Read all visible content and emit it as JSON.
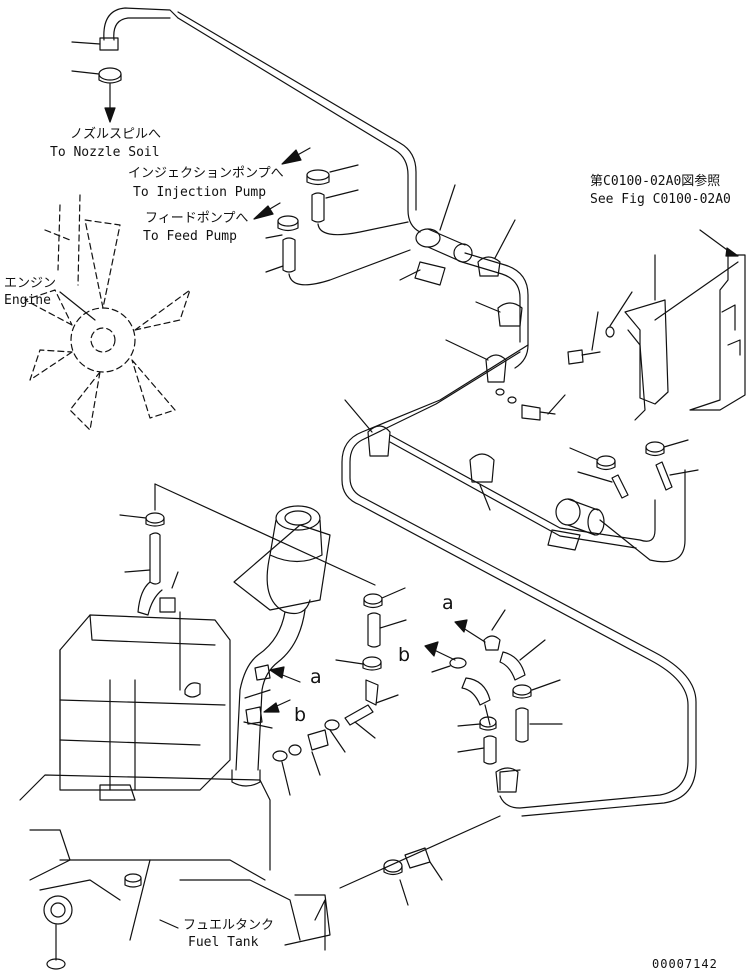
{
  "labels": {
    "nozzle_jp": "ノズルスピルへ",
    "nozzle_en": "To Nozzle Soil",
    "injection_jp": "インジェクションポンプへ",
    "injection_en": "To Injection Pump",
    "feed_jp": "フィードポンプへ",
    "feed_en": "To Feed Pump",
    "engine_jp": "エンジン",
    "engine_en": "Engine",
    "seefig_jp": "第C0100-02A0図参照",
    "seefig_en": "See Fig C0100-02A0",
    "fueltank_jp": "フュエルタンク",
    "fueltank_en": "Fuel Tank",
    "marker_a1": "a",
    "marker_a2": "a",
    "marker_b1": "b",
    "marker_b2": "b",
    "drawing_number": "00007142"
  },
  "colors": {
    "line": "#111111",
    "background": "#ffffff"
  }
}
